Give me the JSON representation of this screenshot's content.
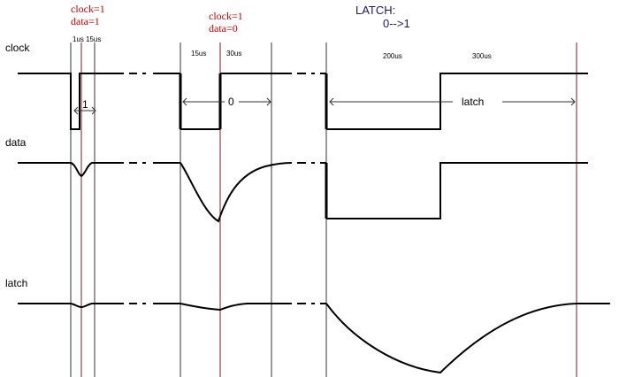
{
  "annotations": {
    "red1_line1": "clock=1",
    "red1_line2": "data=1",
    "red2_line1": "clock=1",
    "red2_line2": "data=0",
    "latch_title": "LATCH:",
    "latch_transition": "0-->1"
  },
  "signals": {
    "clock": "clock",
    "data": "data",
    "latch": "latch"
  },
  "timings": {
    "t1": "1us",
    "t2": "15us",
    "t3": "15us",
    "t4": "30us",
    "t5": "200us",
    "t6": "300us"
  },
  "intervals": {
    "bit1": "1",
    "bit0": "0",
    "latch": "latch"
  },
  "colors": {
    "annotation": "#cc0000",
    "signal": "#000000",
    "guide_gray": "#333333",
    "guide_maroon": "#7a1e24"
  }
}
